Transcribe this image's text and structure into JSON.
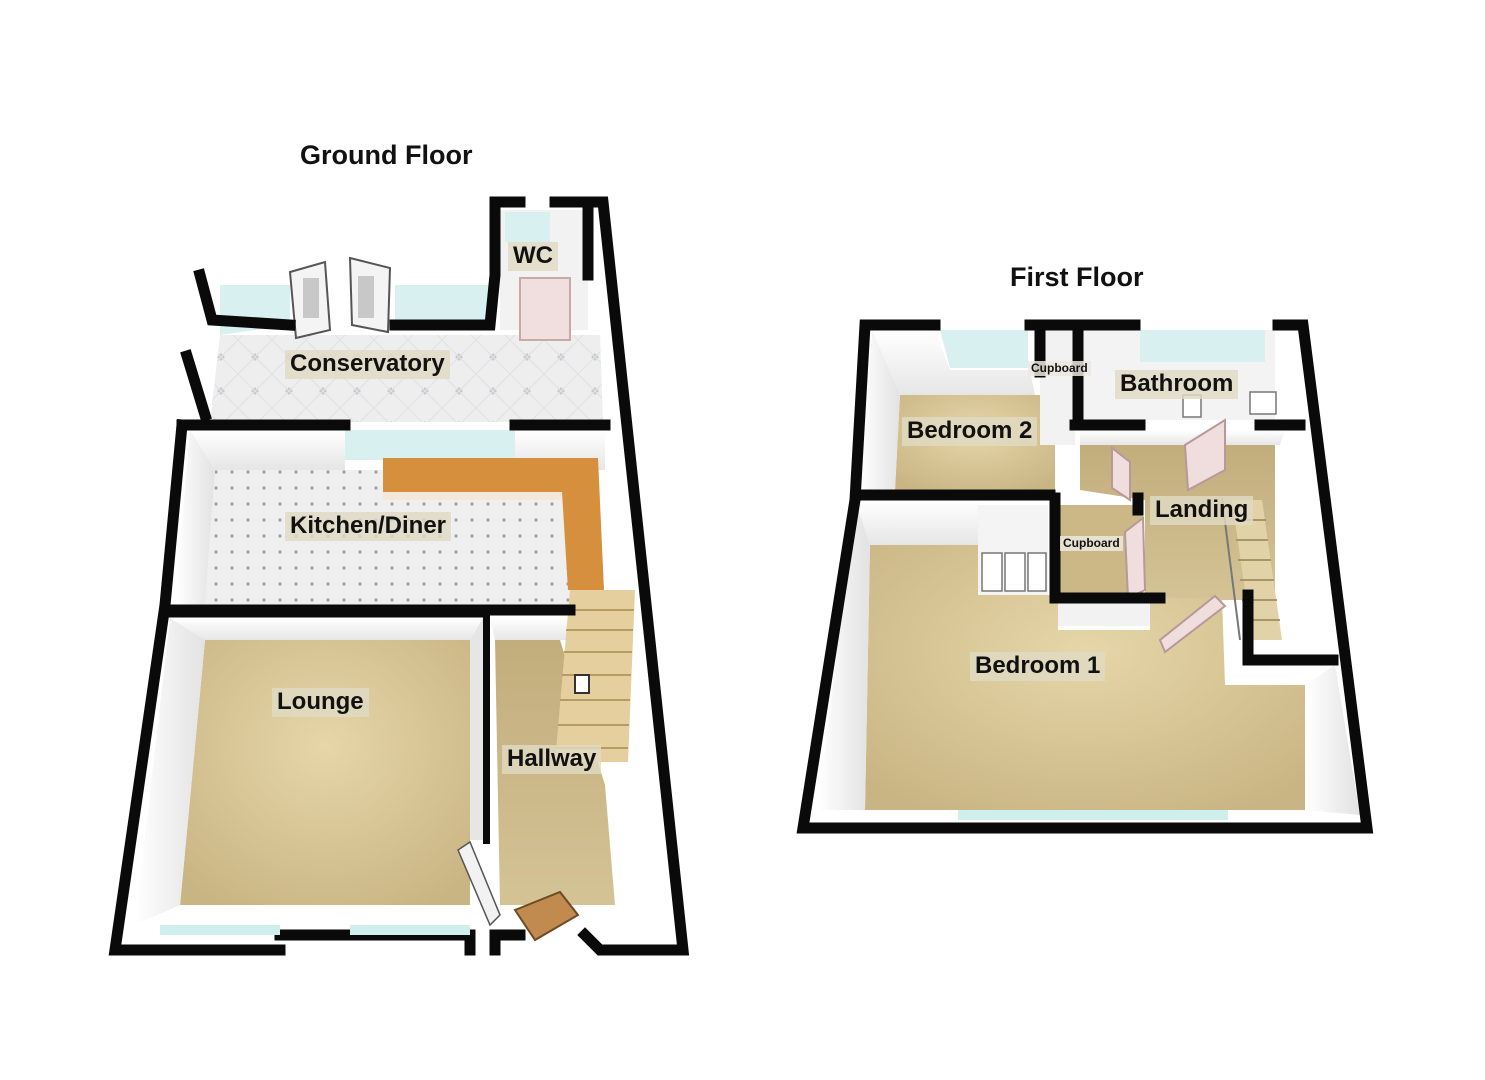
{
  "floors": {
    "ground": {
      "title": "Ground Floor",
      "rooms": {
        "wc": "WC",
        "conservatory": "Conservatory",
        "kitchen": "Kitchen/Diner",
        "lounge": "Lounge",
        "hallway": "Hallway"
      }
    },
    "first": {
      "title": "First Floor",
      "rooms": {
        "cupboard_top": "Cupboard",
        "bathroom": "Bathroom",
        "bedroom2": "Bedroom 2",
        "landing": "Landing",
        "cupboard_mid": "Cupboard",
        "bedroom1": "Bedroom 1"
      }
    }
  },
  "colors": {
    "wall": "#0a0a0a",
    "carpet": "#cdb889",
    "tile": "#ececec",
    "worktop": "#d6903e",
    "glass": "#cfeeee",
    "inner_wall": "#f4f4f4"
  }
}
